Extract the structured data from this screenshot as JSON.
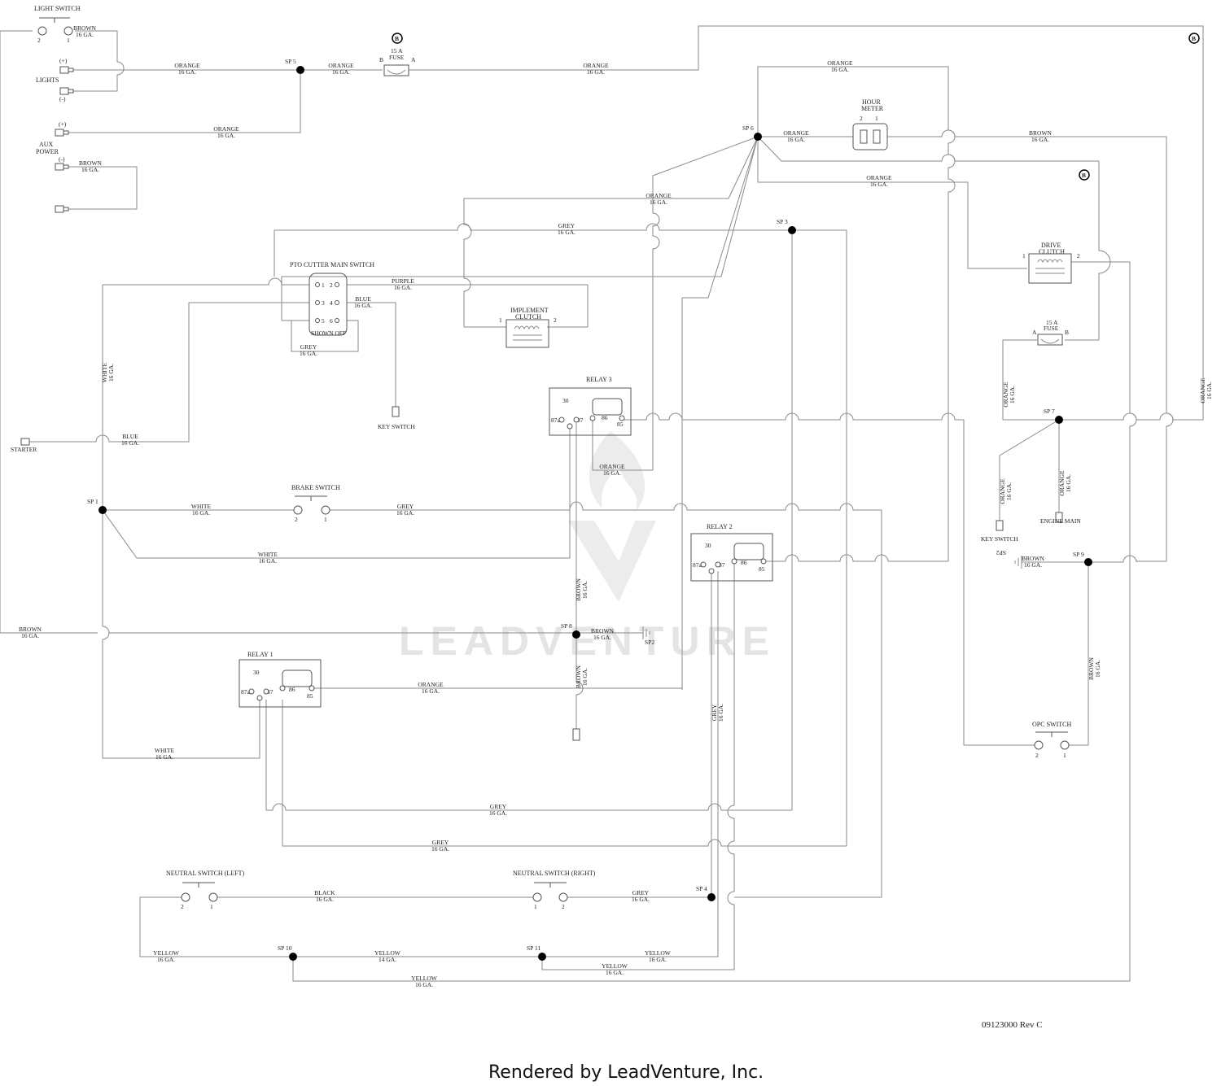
{
  "footer": {
    "rendered_by": "Rendered by LeadVenture, Inc.",
    "revision": "09123000 Rev C"
  },
  "watermark": {
    "text": "LEADVENTURE"
  },
  "components": {
    "light_switch": "LIGHT SWITCH",
    "lights": "LIGHTS",
    "aux_power": "AUX\nPOWER",
    "pto_cutter_main_switch": "PTO CUTTER MAIN SWITCH",
    "shown_off": "SHOWN OFF",
    "key_switch": "KEY SWITCH",
    "starter": "STARTER",
    "brake_switch": "BRAKE SWITCH",
    "implement_clutch": "IMPLEMENT\nCLUTCH",
    "hour_meter": "HOUR\nMETER",
    "drive_clutch": "DRIVE\nCLUTCH",
    "fuse": "15 A\nFUSE",
    "engine_main": "ENGINE MAIN",
    "opc_switch": "OPC SWITCH",
    "relay_1": "RELAY 1",
    "relay_2": "RELAY 2",
    "relay_3": "RELAY 3",
    "neutral_left": "NEUTRAL SWITCH (LEFT)",
    "neutral_right": "NEUTRAL SWITCH (RIGHT)"
  },
  "splices": [
    "SP 1",
    "SP 2",
    "SP 3",
    "SP 4",
    "SP 5",
    "SP 6",
    "SP 7",
    "SP 8",
    "SP 9",
    "SP 10",
    "SP 11",
    "SP2"
  ],
  "markers": {
    "b": "B"
  },
  "polarity": {
    "pos": "(+)",
    "neg": "(-)"
  },
  "pins": {
    "n1": "1",
    "n2": "2",
    "n3": "3",
    "n4": "4",
    "n5": "5",
    "n6": "6",
    "a": "A",
    "b": "B",
    "r30": "30",
    "r87a": "87a",
    "r87": "87",
    "r86": "86",
    "r85": "85"
  },
  "wires": {
    "brown16": "BROWN\n16 GA.",
    "orange16": "ORANGE\n16 GA.",
    "grey16": "GREY\n16 GA.",
    "white16": "WHITE\n16 GA.",
    "blue16": "BLUE\n16 GA.",
    "purple16": "PURPLE\n16 GA.",
    "black16": "BLACK\n16 GA.",
    "yellow16": "YELLOW\n16 GA.",
    "yellow14": "YELLOW\n14 GA."
  }
}
